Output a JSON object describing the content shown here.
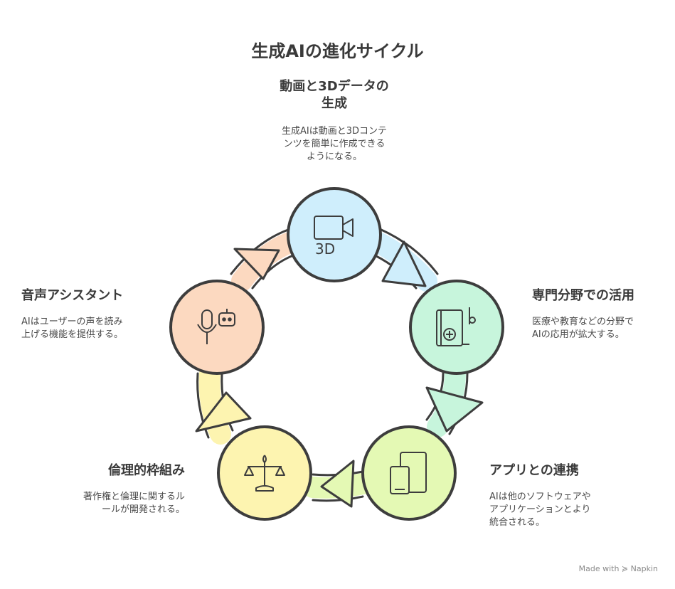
{
  "title": "生成AIの進化サイクル",
  "colors": {
    "outline": "#3d3d3d",
    "video3d": "#cfeefc",
    "professional": "#c7f5dc",
    "app": "#e4f9b4",
    "ethics": "#fdf4b0",
    "voice": "#fcd9c0"
  },
  "steps": [
    {
      "heading_line1": "動画と3Dデータの",
      "heading_line2": "生成",
      "desc_line1": "生成AIは動画と3Dコンテ",
      "desc_line2": "ンツを簡単に作成できる",
      "desc_line3": "ようになる。",
      "icon": "video-3d-icon"
    },
    {
      "heading": "専門分野での活用",
      "desc_line1": "医療や教育などの分野で",
      "desc_line2": "AIの応用が拡大する。",
      "icon": "medical-book-icon"
    },
    {
      "heading": "アプリとの連携",
      "desc_line1": "AIは他のソフトウェアや",
      "desc_line2": "アプリケーションとより",
      "desc_line3": "統合される。",
      "icon": "devices-icon"
    },
    {
      "heading": "倫理的枠組み",
      "desc_line1": "著作権と倫理に関するル",
      "desc_line2": "ールが開発される。",
      "icon": "scales-icon"
    },
    {
      "heading": "音声アシスタント",
      "desc_line1": "AIはユーザーの声を読み",
      "desc_line2": "上げる機能を提供する。",
      "icon": "microphone-robot-icon"
    }
  ],
  "icon_text_3d": "3D",
  "footer": "Made with ≽ Napkin"
}
